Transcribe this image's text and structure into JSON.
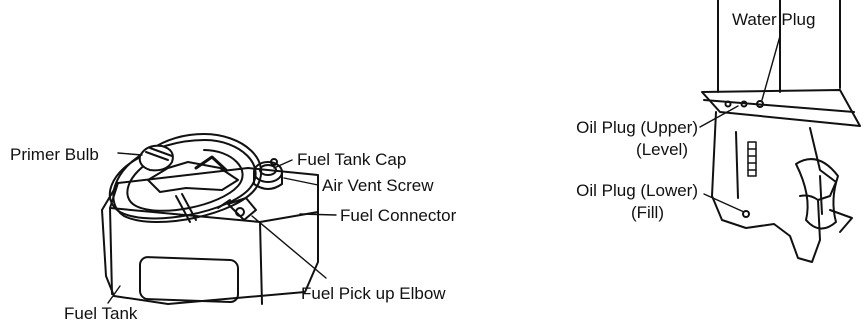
{
  "fuel_tank_figure": {
    "labels": {
      "primer_bulb": "Primer Bulb",
      "fuel_tank_cap": "Fuel Tank Cap",
      "air_vent_screw": "Air Vent Screw",
      "fuel_connector": "Fuel Connector",
      "fuel_pick_up_elbow": "Fuel Pick up Elbow",
      "fuel_tank": "Fuel Tank"
    }
  },
  "gearcase_figure": {
    "labels": {
      "water_plug": "Water Plug",
      "oil_plug_upper": "Oil Plug (Upper)",
      "oil_plug_upper_sub": "(Level)",
      "oil_plug_lower": "Oil Plug (Lower)",
      "oil_plug_lower_sub": "(Fill)"
    }
  }
}
